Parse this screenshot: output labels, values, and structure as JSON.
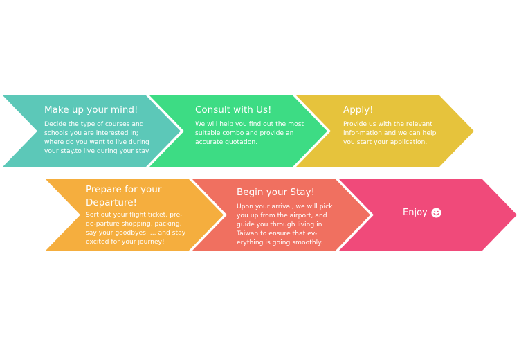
{
  "steps": [
    {
      "title": "Make up your mind!",
      "description": "Decide the type of courses and schools you are interested in; where do you want to live during your stay.to live during your stay.",
      "color": "#5cc8b8"
    },
    {
      "title": "Consult with Us!",
      "description": "We will help you find out the most suitable combo and provide an accurate quotation.",
      "color": "#3ddc84"
    },
    {
      "title": "Apply!",
      "description": "Provide us with the relevant infor-mation and we can help you start your application.",
      "color": "#e6c33c"
    },
    {
      "title": "Prepare for your Departure!",
      "description": "Sort out your flight ticket, pre-de-parture shopping, packing, say your goodbyes, ... and stay excited for your journey!",
      "color": "#f5ae3e"
    },
    {
      "title": "Begin your Stay!",
      "description": "Upon your arrival, we will pick you up from the airport, and guide you through living in Taiwan to ensure that ev-erything is going smoothly.",
      "color": "#f07060"
    },
    {
      "title": "Enjoy",
      "icon": "smiley-face-icon",
      "color": "#f04a7a"
    }
  ]
}
